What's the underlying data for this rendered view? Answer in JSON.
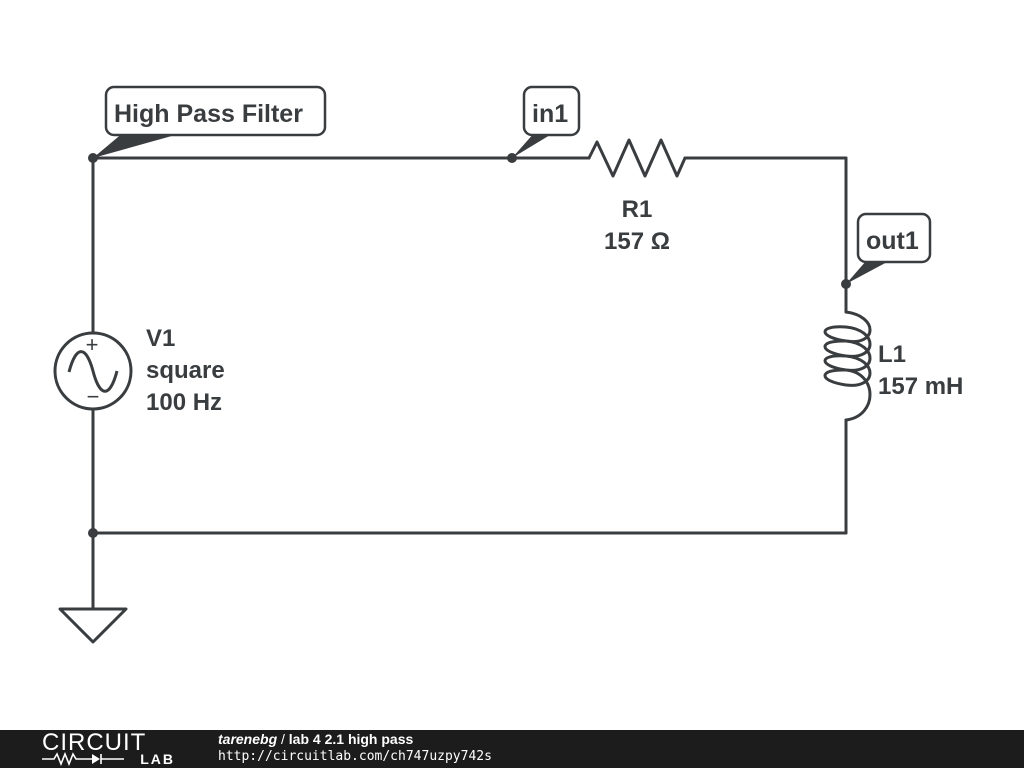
{
  "tags": {
    "circuit": "High Pass Filter",
    "in": "in1",
    "out": "out1"
  },
  "components": {
    "resistor": {
      "name": "R1",
      "value": "157 Ω"
    },
    "inductor": {
      "name": "L1",
      "value": "157 mH"
    },
    "source": {
      "name": "V1",
      "waveform": "square",
      "frequency": "100 Hz",
      "plus": "+",
      "minus": "−"
    }
  },
  "footer": {
    "logo_top": "CIRCUIT",
    "logo_bottom": "LAB",
    "user": "tarenebg",
    "separator": " / ",
    "title": "lab 4 2.1 high pass",
    "url": "http://circuitlab.com/ch747uzpy742s"
  },
  "colors": {
    "ink": "#3a3d3f",
    "footer_bg": "#1c1c1c",
    "background": "#ffffff"
  }
}
